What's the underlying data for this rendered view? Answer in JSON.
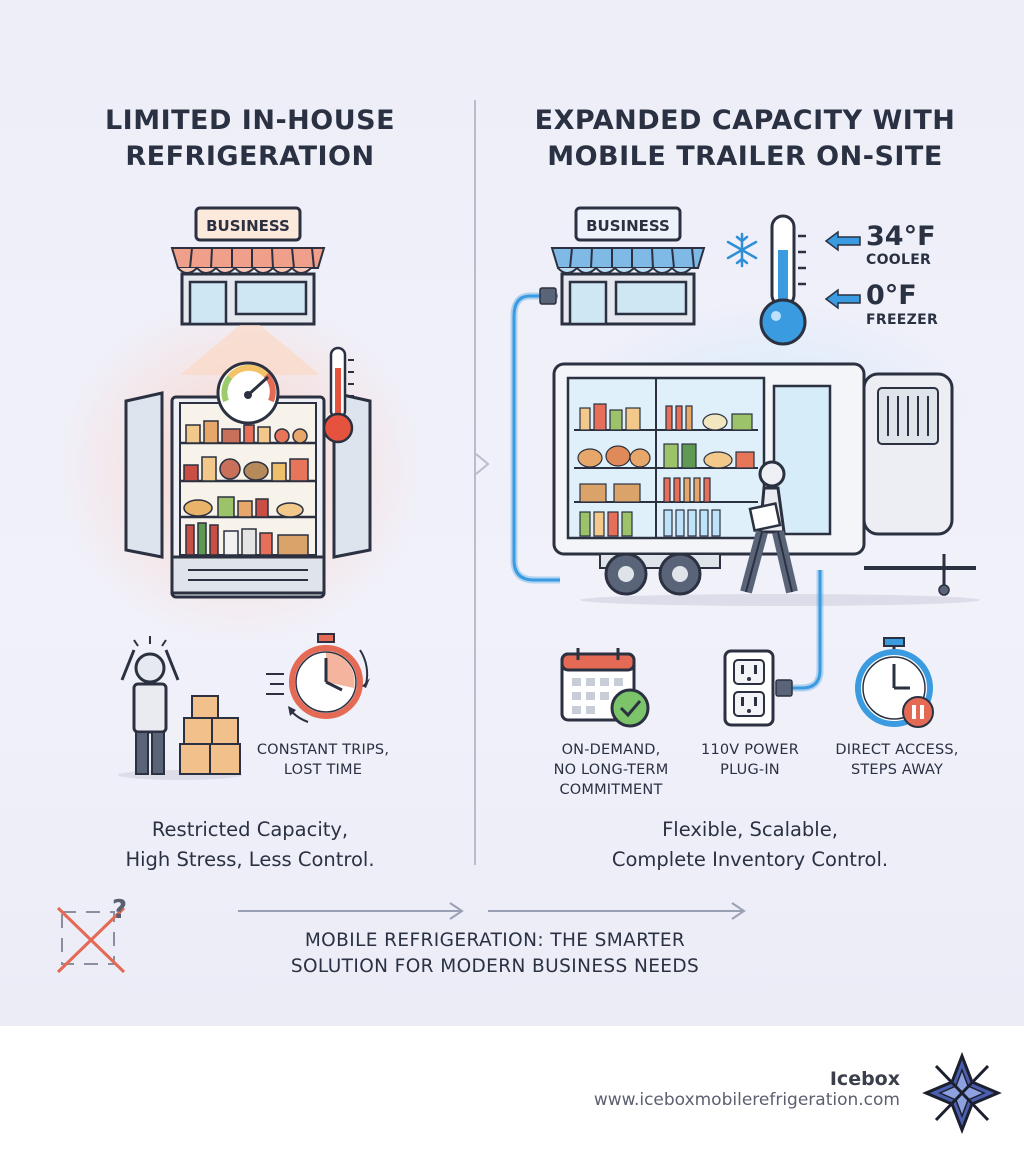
{
  "left": {
    "title_line1": "LIMITED IN-HOUSE",
    "title_line2": "REFRIGERATION",
    "sign": "BUSINESS",
    "trips_caption_line1": "CONSTANT TRIPS,",
    "trips_caption_line2": "LOST TIME",
    "summary_line1": "Restricted Capacity,",
    "summary_line2": "High Stress, Less Control."
  },
  "right": {
    "title_line1": "EXPANDED CAPACITY WITH",
    "title_line2": "MOBILE TRAILER ON-SITE",
    "sign": "BUSINESS",
    "cooler_temp": "34°F",
    "cooler_label": "COOLER",
    "freezer_temp": "0°F",
    "freezer_label": "FREEZER",
    "features": [
      {
        "line1": "ON-DEMAND,",
        "line2": "NO LONG-TERM",
        "line3": "COMMITMENT",
        "icon": "calendar-check-icon"
      },
      {
        "line1": "110V POWER",
        "line2": "PLUG-IN",
        "icon": "power-outlet-icon"
      },
      {
        "line1": "DIRECT ACCESS,",
        "line2": "STEPS AWAY",
        "icon": "stopwatch-icon"
      }
    ],
    "summary_line1": "Flexible, Scalable,",
    "summary_line2": "Complete Inventory Control."
  },
  "bottom": {
    "line1": "MOBILE REFRIGERATION: THE SMARTER",
    "line2": "SOLUTION FOR MODERN BUSINESS NEEDS"
  },
  "footer": {
    "brand": "Icebox",
    "url": "www.iceboxmobilerefrigeration.com"
  },
  "colors": {
    "accent_orange": "#e2735a",
    "accent_blue": "#2d8fd6",
    "ink": "#2a3142",
    "logo_blue": "#4a5fb0"
  }
}
